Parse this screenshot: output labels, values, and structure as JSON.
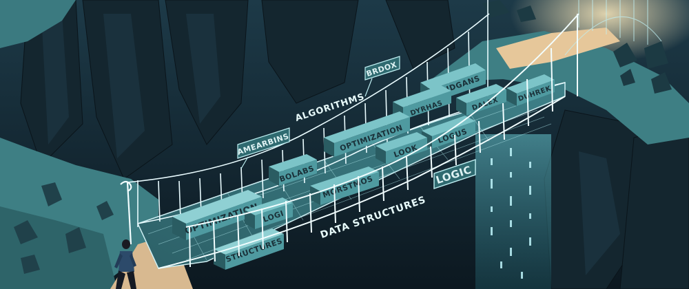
{
  "illustration": {
    "bridge_labels": {
      "tag_amearbins": "AMEARBINS",
      "free_algorithms": "ALGORITHMS",
      "tag_brdox": "BRDOX",
      "block_optimization_front": "OPTIMIZATION",
      "block_logi": "LOGI",
      "block_structures": "STRUCTURES",
      "block_bolabs": "BOLABS",
      "block_morstmos": "MORSTMOS",
      "block_optimization_mid": "OPTIMIZATION",
      "block_look": "LOOK",
      "block_dyrhas": "DYRHAS",
      "block_logus": "LOGUS",
      "block_bridgans": "BRIDGANS",
      "block_dalex": "DALEX",
      "block_duhrek": "DUHREK",
      "tag_logic": "LOGIC",
      "free_data_structures": "DATA STRUCTURES"
    },
    "colors": {
      "background_dark": "#0f1f2a",
      "cliff_teal": "#3e7f84",
      "block_face": "#4f9aa0",
      "glow_rope": "#eafcff",
      "path_sand": "#d8b990"
    },
    "figure": "person-walking-toward-bridge"
  }
}
